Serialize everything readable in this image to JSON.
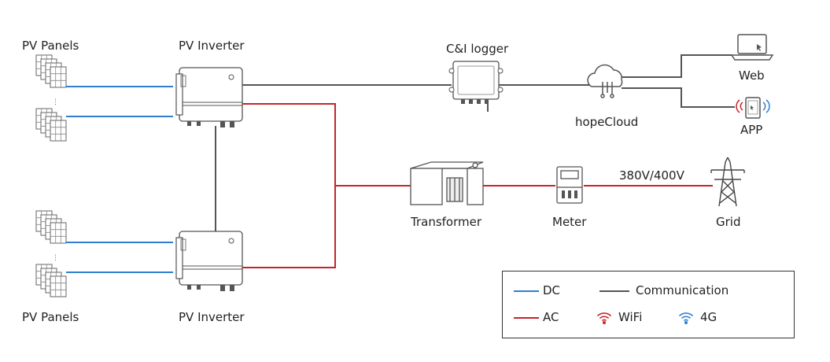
{
  "labels": {
    "pv_panels_top": "PV Panels",
    "pv_panels_bottom": "PV Panels",
    "pv_inverter_top": "PV Inverter",
    "pv_inverter_bottom": "PV Inverter",
    "logger": "C&I logger",
    "cloud": "hopeCloud",
    "web": "Web",
    "app": "APP",
    "transformer": "Transformer",
    "meter": "Meter",
    "grid": "Grid",
    "voltage": "380V/400V"
  },
  "legend": {
    "dc": "DC",
    "ac": "AC",
    "communication": "Communication",
    "wifi": "WiFi",
    "4g": "4G"
  },
  "colors": {
    "dc": "#2f7fce",
    "ac": "#c8232c",
    "communication": "#555555",
    "device_stroke": "#555555"
  },
  "icons": [
    "solar-panel-icon",
    "inverter-icon",
    "logger-icon",
    "cloud-icon",
    "laptop-icon",
    "tablet-icon",
    "transformer-icon",
    "meter-icon",
    "transmission-tower-icon",
    "wifi-icon",
    "cellular-4g-icon"
  ]
}
